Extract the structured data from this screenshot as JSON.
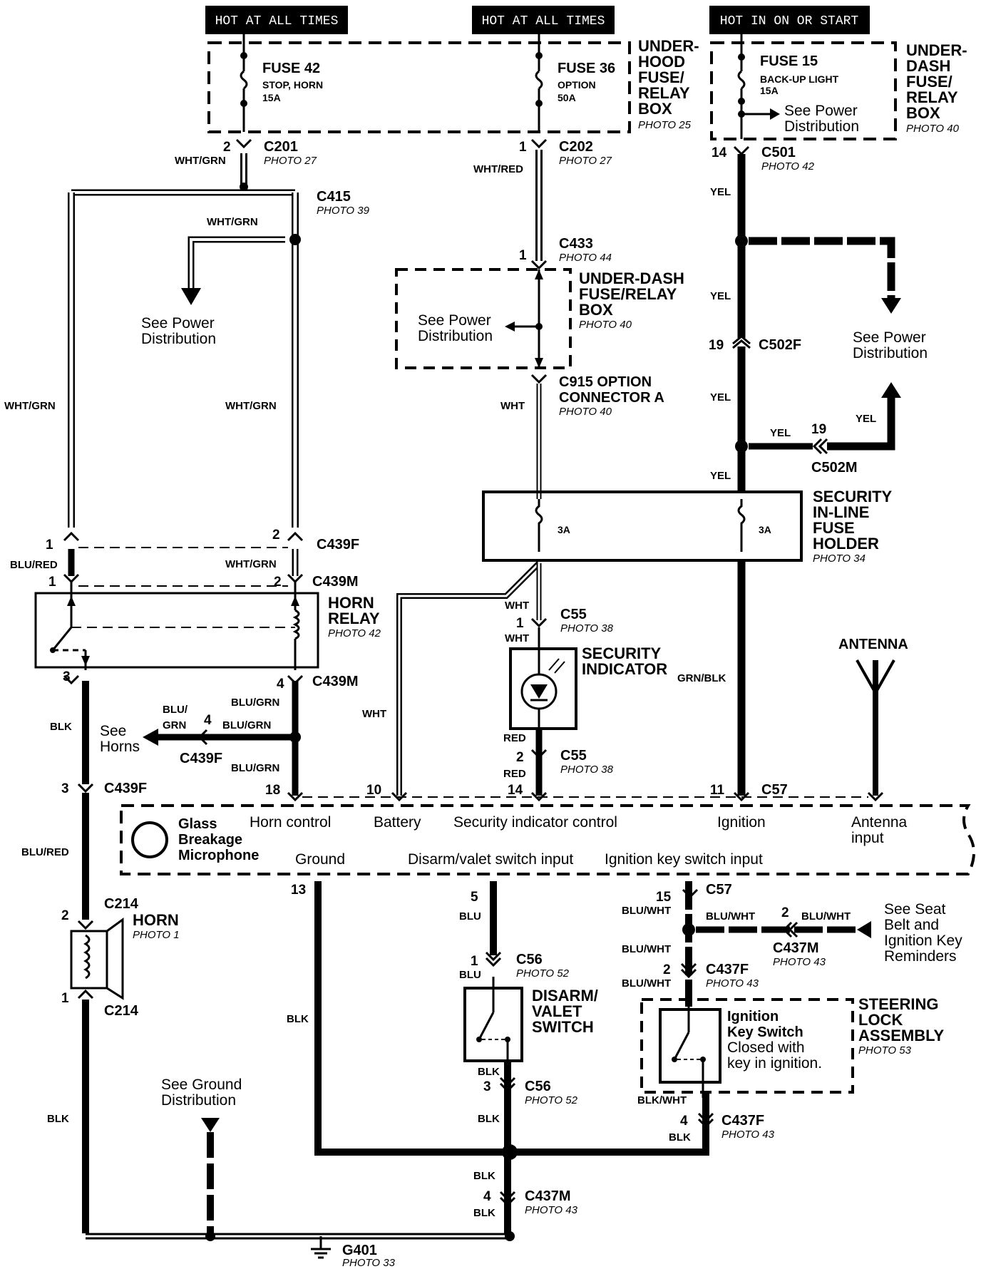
{
  "supply_tags": [
    "HOT AT ALL TIMES",
    "HOT AT ALL TIMES",
    "HOT IN ON OR START"
  ],
  "fuses": {
    "f42": {
      "name": "FUSE 42",
      "desc": "STOP, HORN",
      "rating": "15A"
    },
    "f36": {
      "name": "FUSE 36",
      "desc": "OPTION",
      "rating": "50A"
    },
    "f15": {
      "name": "FUSE 15",
      "desc": "BACK-UP LIGHT",
      "rating": "15A"
    }
  },
  "boxes": {
    "underhood": {
      "lines": [
        "UNDER-",
        "HOOD",
        "FUSE/",
        "RELAY",
        "BOX"
      ],
      "photo": "PHOTO 25"
    },
    "underdash_top": {
      "lines": [
        "UNDER-",
        "DASH",
        "FUSE/",
        "RELAY",
        "BOX"
      ],
      "photo": "PHOTO 40"
    },
    "underdash_mid": {
      "lines": [
        "UNDER-DASH",
        "FUSE/RELAY",
        "BOX"
      ],
      "photo": "PHOTO 40"
    },
    "security_fuse": {
      "lines": [
        "SECURITY",
        "IN-LINE",
        "FUSE",
        "HOLDER"
      ],
      "photo": "PHOTO 34",
      "rating_left": "3A",
      "rating_right": "3A"
    },
    "horn_relay": {
      "lines": [
        "HORN",
        "RELAY"
      ],
      "photo": "PHOTO 42"
    },
    "security_indicator": {
      "lines": [
        "SECURITY",
        "INDICATOR"
      ]
    },
    "horn": {
      "name": "HORN",
      "photo": "PHOTO 1"
    },
    "disarm": {
      "lines": [
        "DISARM/",
        "VALET",
        "SWITCH"
      ]
    },
    "ignition_switch": {
      "lines": [
        "Ignition",
        "Key Switch",
        "Closed with",
        "key in ignition."
      ]
    },
    "steering_lock": {
      "lines": [
        "STEERING",
        "LOCK",
        "ASSEMBLY"
      ],
      "photo": "PHOTO 53"
    },
    "antenna": "ANTENNA",
    "ground": {
      "name": "G401",
      "photo": "PHOTO 33"
    }
  },
  "see_notes": {
    "power": [
      "See Power",
      "Distribution"
    ],
    "horns": [
      "See",
      "Horns"
    ],
    "ground": [
      "See Ground",
      "Distribution"
    ],
    "seat_belt": [
      "See Seat",
      "Belt and",
      "Ignition Key",
      "Reminders"
    ]
  },
  "connectors": {
    "c201": {
      "name": "C201",
      "photo": "PHOTO 27",
      "pin": "2"
    },
    "c202": {
      "name": "C202",
      "photo": "PHOTO 27",
      "pin": "1"
    },
    "c501": {
      "name": "C501",
      "photo": "PHOTO 42",
      "pin": "14"
    },
    "c415": {
      "name": "C415",
      "photo": "PHOTO 39"
    },
    "c433": {
      "name": "C433",
      "photo": "PHOTO 44",
      "pin": "1"
    },
    "c502f": {
      "name": "C502F",
      "pin": "19"
    },
    "c502m": {
      "name": "C502M",
      "pin": "19"
    },
    "c915": {
      "lines": [
        "C915 OPTION",
        "CONNECTOR A"
      ],
      "photo": "PHOTO 40"
    },
    "c439f_top": {
      "name": "C439F",
      "pin_left": "1",
      "pin_right": "2"
    },
    "c439m_top": {
      "name": "C439M",
      "pin_left": "1",
      "pin_right": "2"
    },
    "c439m_bot": {
      "name": "C439M",
      "pin_left": "3",
      "pin_right": "4"
    },
    "c439f_horns": {
      "name": "C439F",
      "pin": "4"
    },
    "c439f_bot": {
      "name": "C439F",
      "pin": "3"
    },
    "c55_top": {
      "name": "C55",
      "photo": "PHOTO 38",
      "pin": "1"
    },
    "c55_bot": {
      "name": "C55",
      "photo": "PHOTO 38",
      "pin": "2"
    },
    "c57_top": {
      "name": "C57",
      "pins": [
        "18",
        "10",
        "14",
        "11"
      ]
    },
    "c57_bot": {
      "name": "C57",
      "pins": [
        "13",
        "5",
        "15"
      ]
    },
    "c214_top": {
      "name": "C214",
      "pin": "2"
    },
    "c214_bot": {
      "name": "C214",
      "pin": "1"
    },
    "c56_top": {
      "name": "C56",
      "photo": "PHOTO 52",
      "pin": "1"
    },
    "c56_bot": {
      "name": "C56",
      "photo": "PHOTO 52",
      "pin": "3"
    },
    "c437m_right": {
      "name": "C437M",
      "photo": "PHOTO 43",
      "pin": "2"
    },
    "c437f_top": {
      "name": "C437F",
      "photo": "PHOTO 43",
      "pin": "2"
    },
    "c437f_bot": {
      "name": "C437F",
      "photo": "PHOTO 43",
      "pin": "4"
    },
    "c437m_bot": {
      "name": "C437M",
      "photo": "PHOTO 43",
      "pin": "4"
    }
  },
  "module": {
    "name": [
      "Glass",
      "Breakage",
      "Microphone"
    ],
    "terminals_top": [
      "Horn control",
      "Battery",
      "Security indicator control",
      "Ignition",
      "Antenna",
      "input"
    ],
    "terminals_bottom": [
      "Ground",
      "Disarm/valet switch input",
      "Ignition key switch input"
    ]
  },
  "wire_colors": {
    "wht_grn": "WHT/GRN",
    "wht_red": "WHT/RED",
    "yel": "YEL",
    "wht": "WHT",
    "blu_red": "BLU/RED",
    "blu_grn": "BLU/GRN",
    "blu_slash": "BLU/",
    "grn": "GRN",
    "blk": "BLK",
    "red": "RED",
    "grn_blk": "GRN/BLK",
    "blu": "BLU",
    "blu_wht": "BLU/WHT",
    "blk_wht": "BLK/WHT"
  }
}
